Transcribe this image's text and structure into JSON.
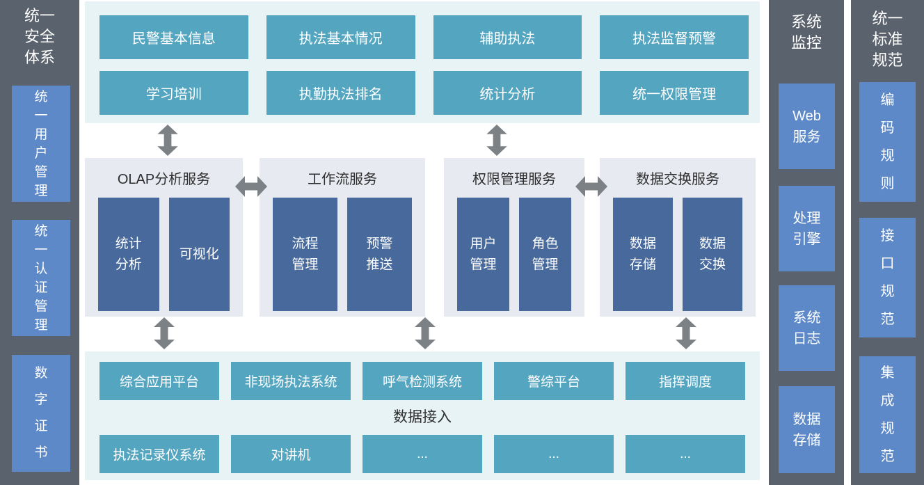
{
  "colors": {
    "sidebar_bg": "#5a626e",
    "sidebar_box_blue": "#5d89c8",
    "section_bg_cyan": "#e8f3f6",
    "button_teal": "#54a5c0",
    "panel_bg_gray": "#e8eaf2",
    "panel_box_navy": "#47699c",
    "arrow_gray": "#7c8186",
    "dark_text": "#2d2d2d",
    "white_text": "#ffffff"
  },
  "left_sidebar": {
    "title": "统一\n安全\n体系",
    "items": [
      "统\n一\n用\n户\n管\n理",
      "统\n一\n认\n证\n管\n理",
      "数\n字\n证\n书"
    ]
  },
  "top_section": {
    "buttons": [
      "民警基本信息",
      "执法基本情况",
      "辅助执法",
      "执法监督预警",
      "学习培训",
      "执勤执法排名",
      "统计分析",
      "统一权限管理"
    ]
  },
  "services": [
    {
      "title": "OLAP分析服务",
      "boxes": [
        "统计\n分析",
        "可视化"
      ]
    },
    {
      "title": "工作流服务",
      "boxes": [
        "流程\n管理",
        "预警\n推送"
      ]
    },
    {
      "title": "权限管理服务",
      "boxes": [
        "用户\n管理",
        "角色\n管理"
      ]
    },
    {
      "title": "数据交换服务",
      "boxes": [
        "数据\n存储",
        "数据\n交换"
      ]
    }
  ],
  "access_section": {
    "row1": [
      "综合应用平台",
      "非现场执法系统",
      "呼气检测系统",
      "警综平台",
      "指挥调度"
    ],
    "label": "数据接入",
    "row2": [
      "执法记录仪系统",
      "对讲机",
      "...",
      "...",
      "..."
    ]
  },
  "monitor_column": {
    "title": "系统\n监控",
    "items": [
      "Web\n服务",
      "处理\n引擎",
      "系统\n日志",
      "数据\n存储"
    ]
  },
  "standards_column": {
    "title": "统一\n标准\n规范",
    "items": [
      "编\n码\n规\n则",
      "接\n口\n规\n范",
      "集\n成\n规\n范"
    ]
  }
}
